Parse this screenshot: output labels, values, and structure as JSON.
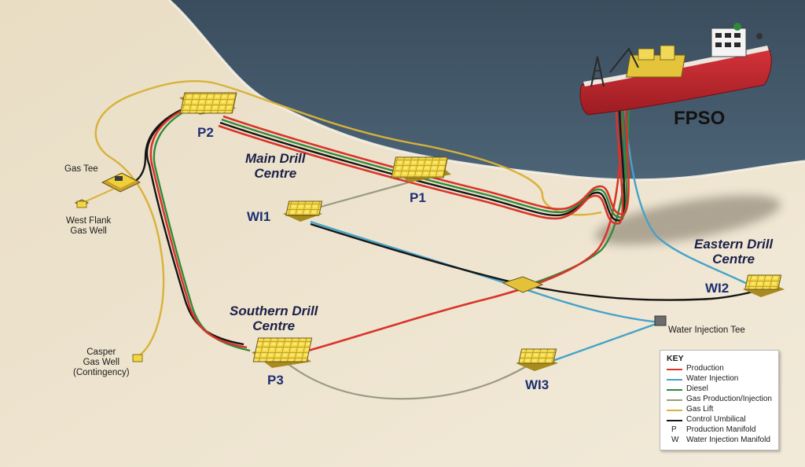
{
  "labels": {
    "fpso": "FPSO",
    "main_centre": [
      "Main Drill",
      "Centre"
    ],
    "southern_centre": [
      "Southern Drill",
      "Centre"
    ],
    "eastern_centre": [
      "Eastern Drill",
      "Centre"
    ],
    "gas_tee": "Gas Tee",
    "west_flank": [
      "West Flank",
      "Gas Well"
    ],
    "casper": [
      "Casper",
      "Gas Well",
      "(Contingency)"
    ],
    "water_injection_tee": "Water Injection Tee"
  },
  "manifolds": {
    "p1": "P1",
    "p2": "P2",
    "p3": "P3",
    "wi1": "WI1",
    "wi2": "WI2",
    "wi3": "WI3"
  },
  "key": {
    "title": "KEY",
    "items": [
      {
        "label": "Production",
        "color": "#d9342b",
        "kind": "line"
      },
      {
        "label": "Water Injection",
        "color": "#45a2c9",
        "kind": "line"
      },
      {
        "label": "Diesel",
        "color": "#2f8a3a",
        "kind": "line"
      },
      {
        "label": "Gas Production/Injection",
        "color": "#9a9a82",
        "kind": "line"
      },
      {
        "label": "Gas Lift",
        "color": "#d8b23a",
        "kind": "line"
      },
      {
        "label": "Control Umbilical",
        "color": "#151515",
        "kind": "line"
      },
      {
        "letter": "P",
        "label": "Production Manifold",
        "kind": "letter"
      },
      {
        "letter": "W",
        "label": "Water Injection Manifold",
        "kind": "letter"
      }
    ]
  },
  "colors": {
    "sea": "#3e5366",
    "seabed": "#ede3cf",
    "manifold": "#f0d03a",
    "hull": "#c8282e",
    "production": "#d9342b",
    "water_injection": "#45a2c9",
    "diesel": "#2f8a3a",
    "gas": "#9a9a82",
    "gas_lift": "#d8b23a",
    "umbilical": "#151515",
    "label_blue": "#1d2f74"
  }
}
